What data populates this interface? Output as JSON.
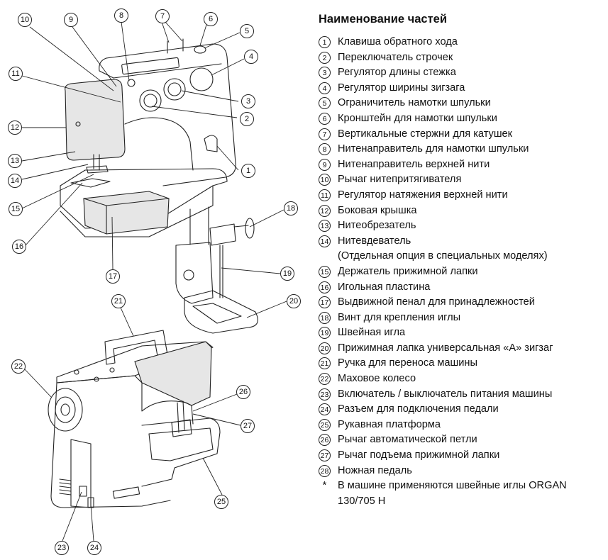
{
  "legend": {
    "title": "Наименование частей",
    "parts": [
      {
        "num": "1",
        "label": "Клавиша обратного хода"
      },
      {
        "num": "2",
        "label": "Переключатель строчек"
      },
      {
        "num": "3",
        "label": "Регулятор длины стежка"
      },
      {
        "num": "4",
        "label": "Регулятор ширины зигзага"
      },
      {
        "num": "5",
        "label": "Ограничитель намотки шпульки"
      },
      {
        "num": "6",
        "label": "Кронштейн для намотки шпульки"
      },
      {
        "num": "7",
        "label": "Вертикальные стержни для катушек"
      },
      {
        "num": "8",
        "label": "Нитенаправитель для намотки шпульки"
      },
      {
        "num": "9",
        "label": "Нитенаправитель верхней нити"
      },
      {
        "num": "10",
        "label": "Рычаг нитепритягивателя"
      },
      {
        "num": "11",
        "label": "Регулятор натяжения верхней нити"
      },
      {
        "num": "12",
        "label": "Боковая крышка"
      },
      {
        "num": "13",
        "label": "Нитеобрезатель"
      },
      {
        "num": "14",
        "label": "Нитевдеватель\n(Отдельная опция в специальных моделях)"
      },
      {
        "num": "15",
        "label": "Держатель прижимной лапки"
      },
      {
        "num": "16",
        "label": "Игольная пластина"
      },
      {
        "num": "17",
        "label": "Выдвижной пенал для принадлежностей"
      },
      {
        "num": "18",
        "label": "Винт для крепления иглы"
      },
      {
        "num": "19",
        "label": "Швейная игла"
      },
      {
        "num": "20",
        "label": "Прижимная лапка универсальная «А» зигзаг"
      },
      {
        "num": "21",
        "label": "Ручка для переноса машины"
      },
      {
        "num": "22",
        "label": "Маховое колесо"
      },
      {
        "num": "23",
        "label": "Включатель / выключатель питания машины"
      },
      {
        "num": "24",
        "label": "Разъем для подключения педали"
      },
      {
        "num": "25",
        "label": "Рукавная платформа"
      },
      {
        "num": "26",
        "label": "Рычаг автоматической петли"
      },
      {
        "num": "27",
        "label": "Рычаг подъема прижимной лапки"
      },
      {
        "num": "28",
        "label": "Ножная педаль"
      }
    ],
    "footnote_mark": "*",
    "footnote": "В машине применяются швейные иглы ORGAN\n130/705 H"
  },
  "callouts": [
    "1",
    "2",
    "3",
    "4",
    "5",
    "6",
    "7",
    "8",
    "9",
    "10",
    "11",
    "12",
    "13",
    "14",
    "15",
    "16",
    "17",
    "18",
    "19",
    "20",
    "21",
    "22",
    "23",
    "24",
    "25",
    "26",
    "27"
  ]
}
